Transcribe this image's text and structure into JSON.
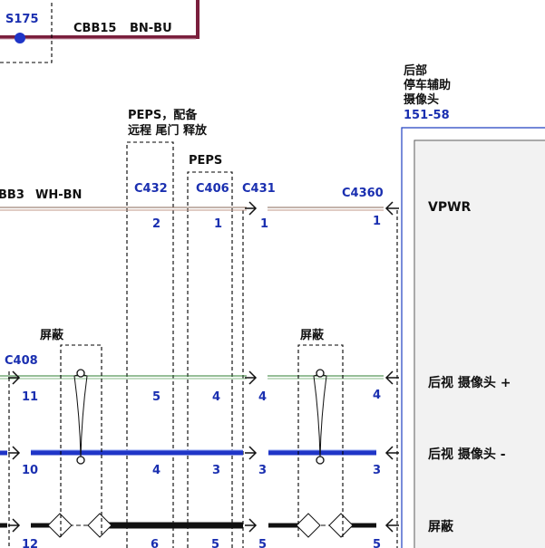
{
  "splice": {
    "id": "S175",
    "circuit": "CBB15",
    "color": "BN-BU"
  },
  "top_wire": {
    "circuit": "BB3",
    "color": "WH-BN"
  },
  "peps_note": {
    "line1": "PEPS，配备",
    "line2": "远程 尾门 释放"
  },
  "peps_label": "PEPS",
  "connectors": {
    "c432": {
      "name": "C432",
      "pins": [
        "2",
        "5",
        "4",
        "6"
      ]
    },
    "c406": {
      "name": "C406",
      "pins": [
        "1",
        "4",
        "3",
        "5"
      ]
    },
    "c431": {
      "name": "C431",
      "pins": [
        "1",
        "4",
        "3",
        "5"
      ]
    },
    "c4360": {
      "name": "C4360",
      "pins": [
        "1",
        "4",
        "3",
        "5"
      ]
    },
    "c408": {
      "name": "C408",
      "pins": [
        "11",
        "10",
        "12"
      ]
    }
  },
  "shield_label": "屏蔽",
  "module": {
    "line1": "后部",
    "line2": "停车辅助",
    "line3": "摄像头",
    "ref": "151-58"
  },
  "signals": {
    "vpwr": "VPWR",
    "cam_pos": "后视 摄像头 +",
    "cam_neg": "后视 摄像头 -",
    "shield": "屏蔽"
  },
  "colors": {
    "pin_blue": "#1a2fb0",
    "wire_blue": "#1f35c7",
    "wire_green": "#2e7d32",
    "frame_maroon": "#7a1f3d",
    "module_blue": "#2040c0"
  }
}
